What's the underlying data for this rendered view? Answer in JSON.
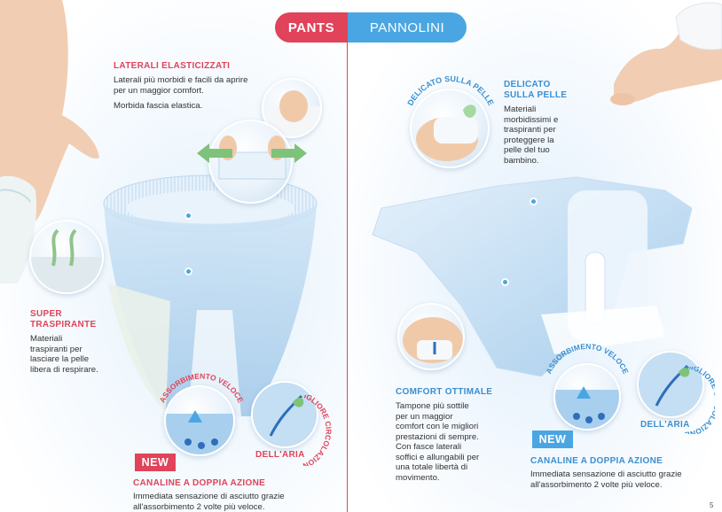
{
  "tabs": {
    "pants": "PANTS",
    "pannolini": "PANNOLINI"
  },
  "left": {
    "laterali": {
      "title": "LATERALI ELASTICIZZATI",
      "line1": "Laterali più morbidi e facili da aprire",
      "line2": "per un maggior comfort.",
      "line3": "Morbida fascia elastica."
    },
    "super": {
      "title1": "SUPER",
      "title2": "TRASPIRANTE",
      "line1": "Materiali",
      "line2": "traspiranti per",
      "line3": "lasciare la pelle",
      "line4": "libera di respirare."
    },
    "badge_assorbimento": "ASSORBIMENTO VELOCE",
    "badge_circolazione1": "MIGLIORE CIRCOLAZIONE",
    "badge_circolazione2": "DELL'ARIA",
    "new": "NEW",
    "canaline": {
      "title": "CANALINE A DOPPIA AZIONE",
      "line1": "Immediata sensazione di asciutto grazie",
      "line2": "all'assorbimento 2 volte più veloce."
    }
  },
  "right": {
    "badge_delicato": "DELICATO SULLA PELLE",
    "delicato": {
      "title1": "DELICATO",
      "title2": "SULLA PELLE",
      "line1": "Materiali",
      "line2": "morbidissimi e",
      "line3": "traspiranti per",
      "line4": "proteggere la",
      "line5": "pelle del tuo",
      "line6": "bambino."
    },
    "comfort": {
      "title": "COMFORT OTTIMALE",
      "line1": "Tampone più sottile",
      "line2": "per un maggior",
      "line3": "comfort con le migliori",
      "line4": "prestazioni di sempre.",
      "line5": "Con fasce laterali",
      "line6": "soffici e allungabili per",
      "line7": "una totale libertà di",
      "line8": "movimento."
    },
    "badge_assorbimento": "ASSORBIMENTO VELOCE",
    "badge_circolazione1": "MIGLIORE CIRCOLAZIONE",
    "badge_circolazione2": "DELL'ARIA",
    "new": "NEW",
    "canaline": {
      "title": "CANALINE A DOPPIA AZIONE",
      "line1": "Immediata sensazione di asciutto grazie",
      "line2": "all'assorbimento 2 volte più veloce."
    },
    "page_number": "5"
  },
  "colors": {
    "red": "#e0435a",
    "blue": "#4aa6e2",
    "dark_blue": "#3a8fd0"
  }
}
